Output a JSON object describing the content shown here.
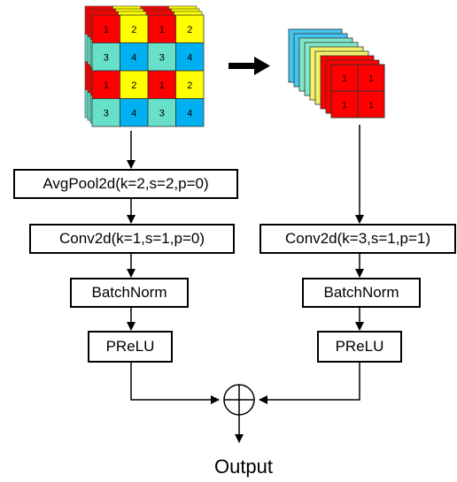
{
  "colors": {
    "red": "#ff0000",
    "yellow": "#ffff00",
    "teal": "#66e0c8",
    "blue": "#00b0f0",
    "cyan_layer": "#44c4f0",
    "mint_layer": "#7ee8c8",
    "yellow_layer": "#f2f26a",
    "line": "#000000"
  },
  "input_grid": {
    "rows": [
      [
        "1",
        "2",
        "1",
        "2"
      ],
      [
        "3",
        "4",
        "3",
        "4"
      ],
      [
        "1",
        "2",
        "1",
        "2"
      ],
      [
        "3",
        "4",
        "3",
        "4"
      ]
    ]
  },
  "output_grid": {
    "rows": [
      [
        "1",
        "1"
      ],
      [
        "1",
        "1"
      ]
    ]
  },
  "left_branch": {
    "avgpool": "AvgPool2d(k=2,s=2,p=0)",
    "conv": "Conv2d(k=1,s=1,p=0)",
    "batchnorm": "BatchNorm",
    "prelu": "PReLU"
  },
  "right_branch": {
    "conv": "Conv2d(k=3,s=1,p=1)",
    "batchnorm": "BatchNorm",
    "prelu": "PReLU"
  },
  "combine_symbol": "add-circle-icon",
  "output_label": "Output"
}
